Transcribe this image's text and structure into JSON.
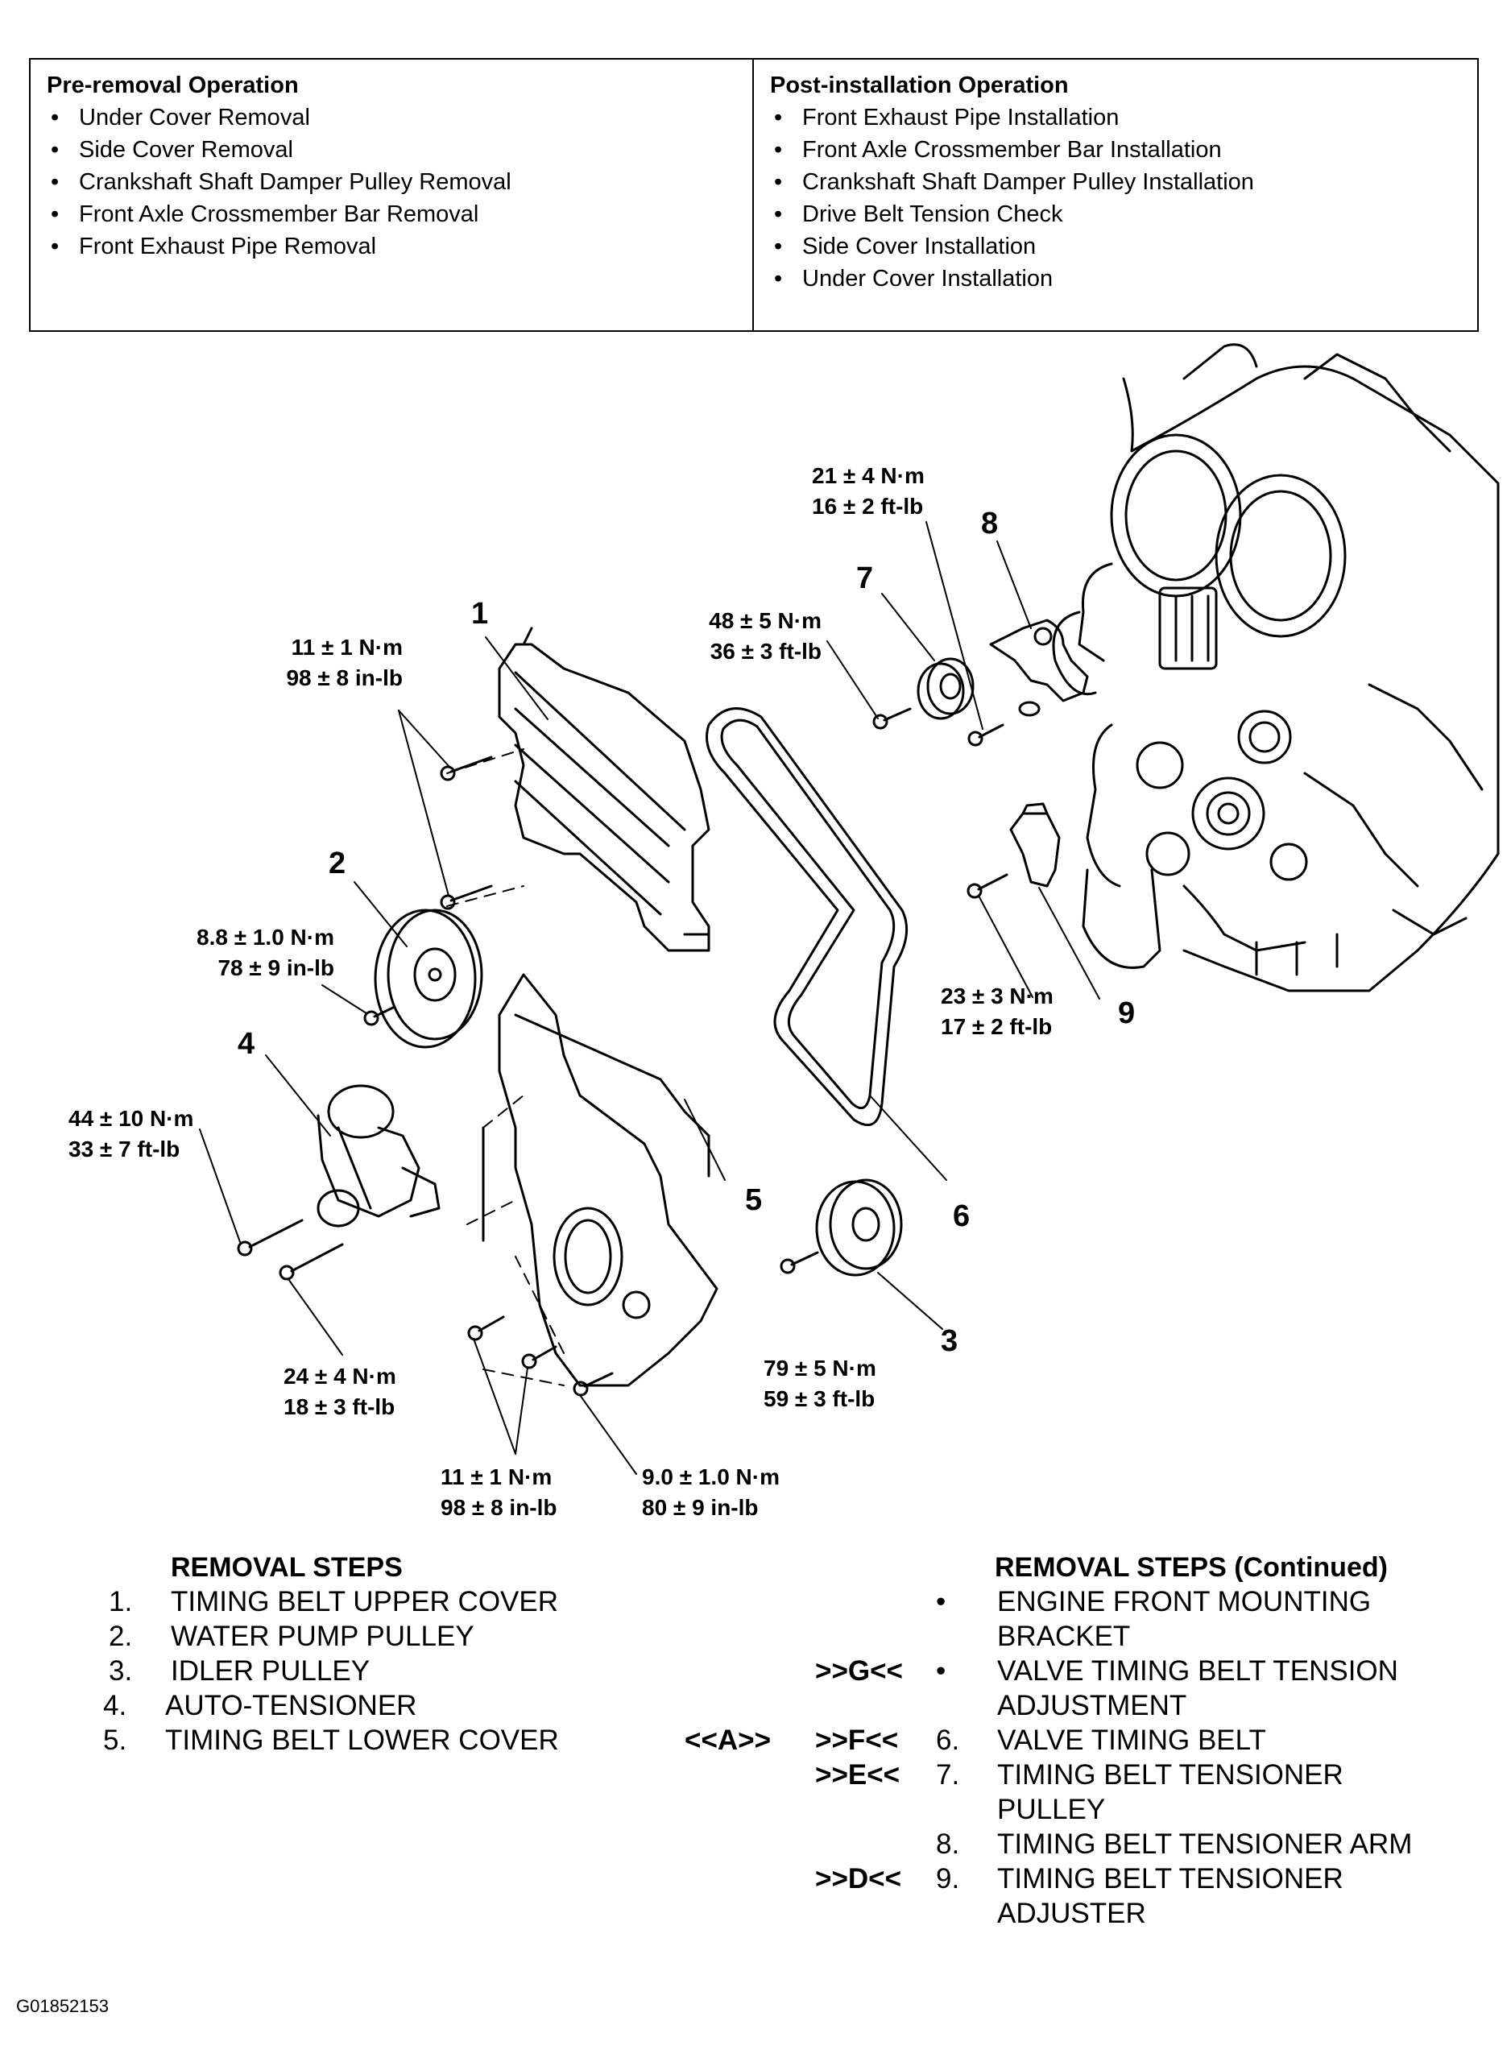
{
  "operations": {
    "pre": {
      "title": "Pre-removal Operation",
      "items": [
        "Under Cover Removal",
        "Side Cover Removal",
        "Crankshaft Shaft Damper Pulley Removal",
        "Front Axle Crossmember Bar Removal",
        "Front Exhaust Pipe Removal"
      ]
    },
    "post": {
      "title": "Post-installation Operation",
      "items": [
        "Front Exhaust Pipe Installation",
        "Front Axle Crossmember Bar Installation",
        "Crankshaft Shaft Damper Pulley Installation",
        "Drive Belt Tension Check",
        "Side Cover Installation",
        "Under Cover Installation"
      ]
    }
  },
  "torques": {
    "t1": {
      "nm": "11 ± 1 N·m",
      "imp": "98 ± 8 in-lb"
    },
    "t2": {
      "nm": "8.8 ± 1.0 N·m",
      "imp": "78 ± 9 in-lb"
    },
    "t4": {
      "nm": "44 ± 10 N·m",
      "imp": "33 ± 7 ft-lb"
    },
    "t4b": {
      "nm": "24 ± 4 N·m",
      "imp": "18 ± 3 ft-lb"
    },
    "t5a": {
      "nm": "11 ± 1 N·m",
      "imp": "98 ± 8 in-lb"
    },
    "t5b": {
      "nm": "9.0 ± 1.0 N·m",
      "imp": "80 ± 9 in-lb"
    },
    "t3": {
      "nm": "79 ± 5 N·m",
      "imp": "59 ± 3 ft-lb"
    },
    "t7": {
      "nm": "48 ± 5 N·m",
      "imp": "36 ± 3 ft-lb"
    },
    "t8": {
      "nm": "21 ± 4 N·m",
      "imp": "16 ± 2 ft-lb"
    },
    "t9": {
      "nm": "23 ± 3 N·m",
      "imp": "17 ± 2 ft-lb"
    }
  },
  "callouts": {
    "c1": "1",
    "c2": "2",
    "c3": "3",
    "c4": "4",
    "c5": "5",
    "c6": "6",
    "c7": "7",
    "c8": "8",
    "c9": "9"
  },
  "removal_steps": {
    "title": "REMOVAL STEPS",
    "items": [
      {
        "num": "1.",
        "text": "TIMING BELT UPPER COVER"
      },
      {
        "num": "2.",
        "text": "WATER PUMP PULLEY"
      },
      {
        "num": "3.",
        "text": "IDLER PULLEY"
      },
      {
        "num": "4.",
        "text": "AUTO-TENSIONER"
      },
      {
        "num": "5.",
        "text": "TIMING BELT LOWER COVER"
      }
    ]
  },
  "removal_steps_cont": {
    "title": "REMOVAL STEPS (Continued)",
    "items": [
      {
        "ref_a": "",
        "ref_b": "",
        "num": "•",
        "text": "ENGINE FRONT MOUNTING"
      },
      {
        "ref_a": "",
        "ref_b": "",
        "num": "",
        "text": "BRACKET"
      },
      {
        "ref_a": "",
        "ref_b": ">>G<<",
        "num": "•",
        "text": "VALVE TIMING BELT TENSION"
      },
      {
        "ref_a": "",
        "ref_b": "",
        "num": "",
        "text": "ADJUSTMENT"
      },
      {
        "ref_a": "<<A>>",
        "ref_b": ">>F<<",
        "num": "6.",
        "text": "VALVE TIMING BELT"
      },
      {
        "ref_a": "",
        "ref_b": ">>E<<",
        "num": "7.",
        "text": "TIMING BELT TENSIONER"
      },
      {
        "ref_a": "",
        "ref_b": "",
        "num": "",
        "text": "PULLEY"
      },
      {
        "ref_a": "",
        "ref_b": "",
        "num": "8.",
        "text": "TIMING BELT TENSIONER ARM"
      },
      {
        "ref_a": "",
        "ref_b": ">>D<<",
        "num": "9.",
        "text": "TIMING BELT TENSIONER"
      },
      {
        "ref_a": "",
        "ref_b": "",
        "num": "",
        "text": "ADJUSTER"
      }
    ]
  },
  "figure_id": "G01852153"
}
